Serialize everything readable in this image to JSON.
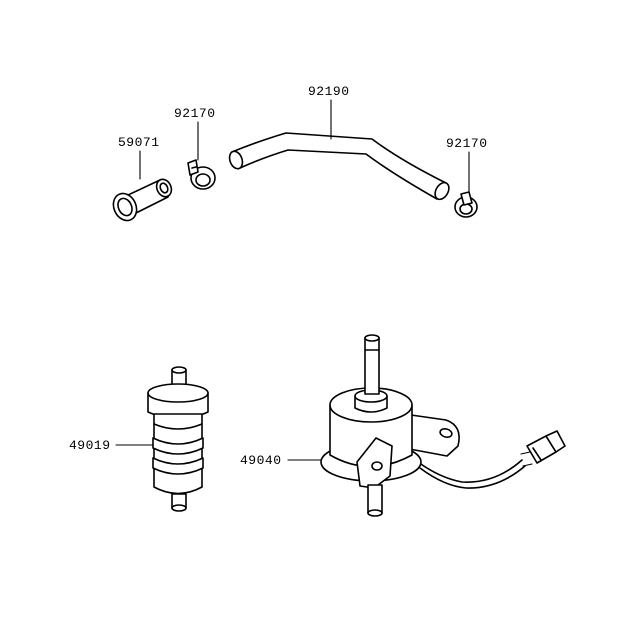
{
  "labels": {
    "hose_joint": "59071",
    "clamp_left": "92170",
    "hose": "92190",
    "clamp_right": "92170",
    "fuel_filter": "49019",
    "fuel_pump": "49040"
  }
}
